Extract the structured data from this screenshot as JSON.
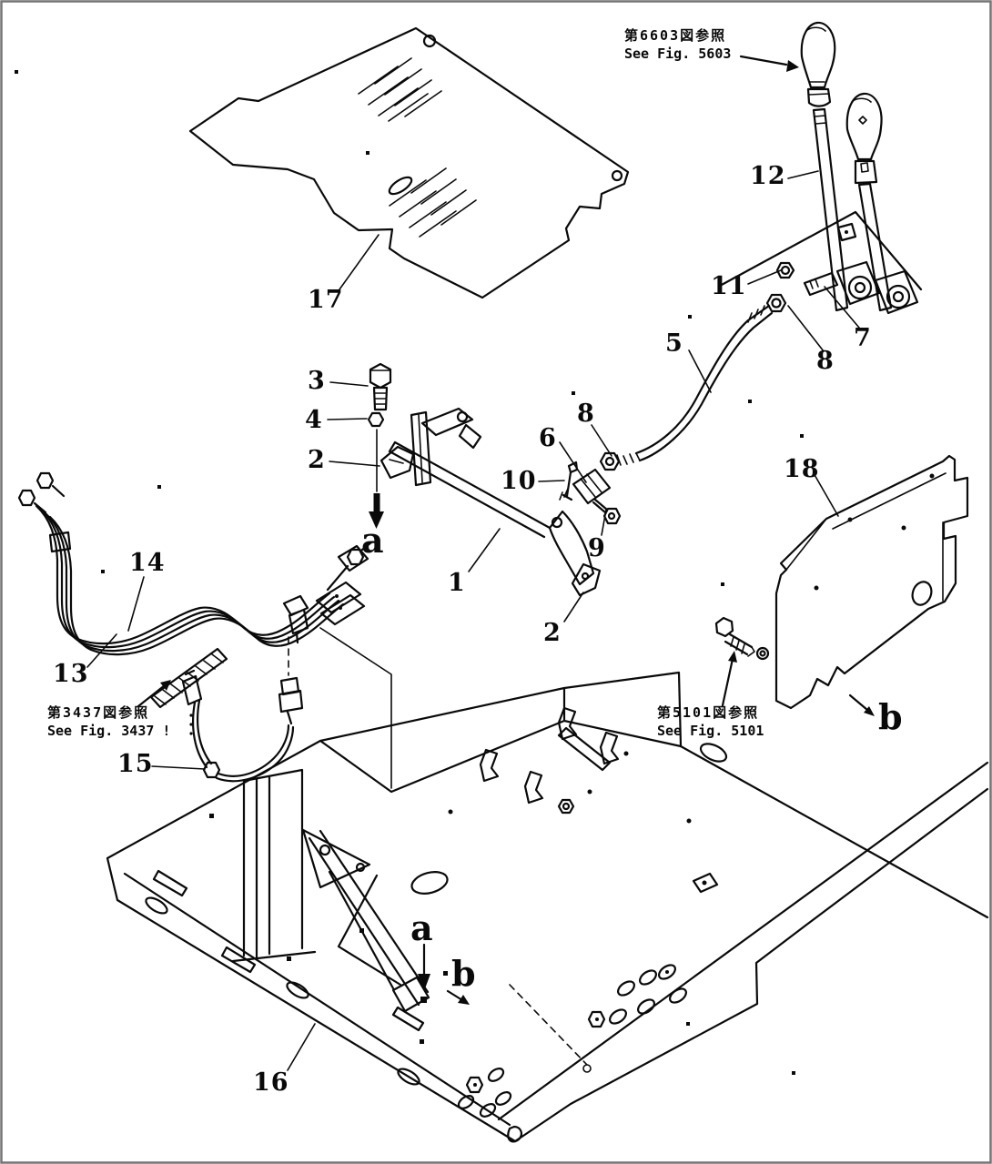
{
  "diagram": {
    "background": "#ffffff",
    "border_color": "#757575",
    "line_color": "#0a0a0a",
    "type": "exploded-parts-diagram"
  },
  "callouts": {
    "parts": [
      {
        "num": "17"
      },
      {
        "num": "12"
      },
      {
        "num": "11"
      },
      {
        "num": "7"
      },
      {
        "num": "8"
      },
      {
        "num": "5"
      },
      {
        "num": "3"
      },
      {
        "num": "4"
      },
      {
        "num": "2"
      },
      {
        "num": "8"
      },
      {
        "num": "6"
      },
      {
        "num": "10"
      },
      {
        "num": "9"
      },
      {
        "num": "1"
      },
      {
        "num": "2"
      },
      {
        "num": "18"
      },
      {
        "num": "13"
      },
      {
        "num": "14"
      },
      {
        "num": "15"
      },
      {
        "num": "16"
      }
    ],
    "view_letters": [
      {
        "id": "a-upper",
        "text": "a"
      },
      {
        "id": "a-lower",
        "text": "a"
      },
      {
        "id": "b-lower",
        "text": "b"
      },
      {
        "id": "b-right",
        "text": "b"
      }
    ],
    "notes": [
      {
        "id": "note-5603",
        "jp": "第6603図参照",
        "en": "See Fig. 5603"
      },
      {
        "id": "note-3437",
        "jp": "第3437図参照",
        "en": "See Fig. 3437 !"
      },
      {
        "id": "note-5101",
        "jp": "第5101図参照",
        "en": "See Fig. 5101"
      }
    ]
  }
}
